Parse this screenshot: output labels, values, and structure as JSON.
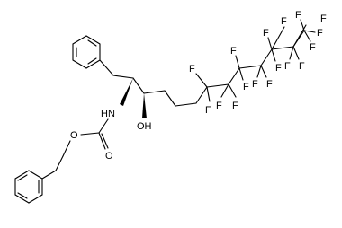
{
  "structure": {
    "atom_labels": {
      "nh": "HN",
      "oh": "OH",
      "o_ester": "O",
      "o_carbonyl": "O",
      "fluorines": [
        "F",
        "F",
        "F",
        "F",
        "F",
        "F",
        "F",
        "F",
        "F",
        "F",
        "F",
        "F",
        "F",
        "F",
        "F",
        "F",
        "F"
      ]
    },
    "colors": {
      "bonds": "#000000",
      "labels": "#000000",
      "background": "#ffffff"
    }
  }
}
